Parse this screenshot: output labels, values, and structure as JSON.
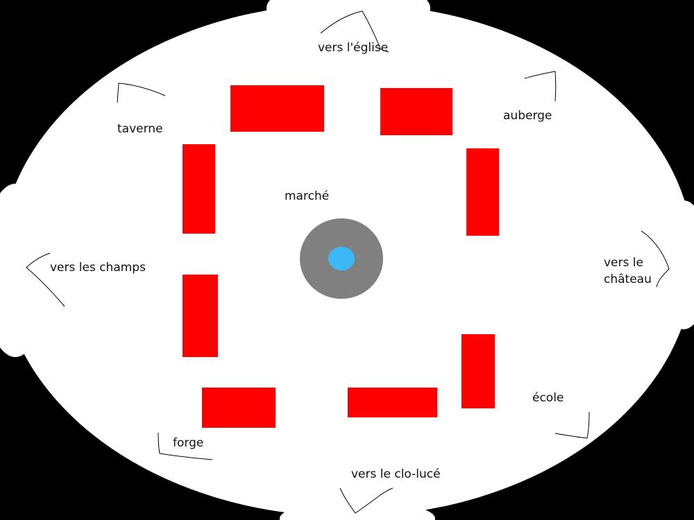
{
  "colors": {
    "background": "#000000",
    "ground": "#ffffff",
    "building": "#ff0000",
    "fountain_basin": "#808080",
    "fountain_water": "#3bb8f5",
    "path_line": "#000000"
  },
  "labels": {
    "eglise": "vers l'église",
    "taverne": "taverne",
    "auberge": "auberge",
    "marche": "marché",
    "champs": "vers les champs",
    "chateau_line1": "vers le",
    "chateau_line2": "château",
    "ecole": "école",
    "forge": "forge",
    "clo_luce": "vers le clo-lucé"
  },
  "buildings": [
    "top-left",
    "top-right",
    "left-upper",
    "right-upper",
    "left-lower",
    "right-lower",
    "bottom-left",
    "bottom-right"
  ],
  "fountain": "fountain-icon"
}
